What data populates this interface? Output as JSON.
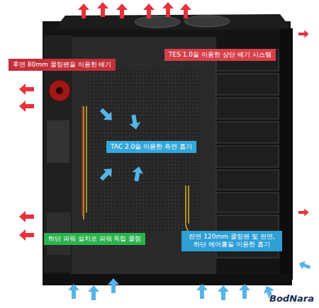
{
  "diagram": {
    "nodes": [
      {
        "text": [
          "후면 80mm 쿨링팬을 이용한 배기"
        ]
      },
      {
        "text": [
          "TES 1.0을 이용한 상단 배기 시스템"
        ]
      },
      {
        "text": [
          "TAC 2.0을 이용한 측면 흡기"
        ]
      },
      {
        "text": [
          "하단 파워 설치로 파워 독립 쿨링"
        ]
      },
      {
        "text": [
          "전면 120mm 쿨링팬 및 전면, 하단 에어홀을 이용한 흡기"
        ]
      }
    ],
    "labels": [
      "BodNara"
    ]
  }
}
